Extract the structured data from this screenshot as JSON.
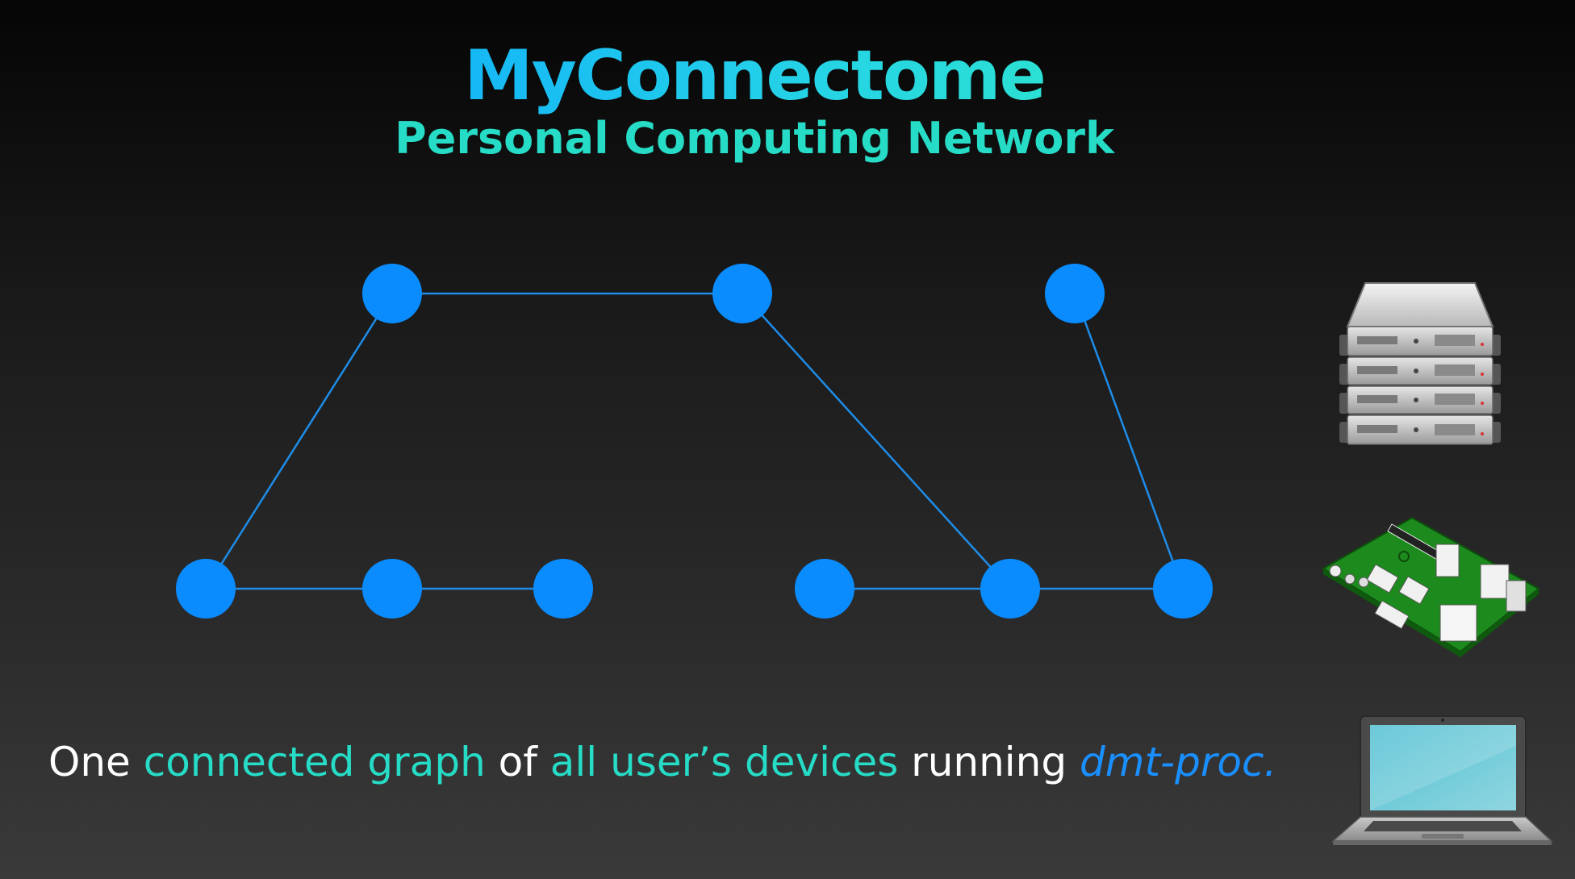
{
  "header": {
    "title": "MyConnectome",
    "subtitle": "Personal Computing Network"
  },
  "caption": {
    "part1": "One ",
    "part2": "connected graph",
    "part3": " of ",
    "part4": "all user’s devices",
    "part5": " running ",
    "part6": "dmt-proc."
  },
  "colors": {
    "node": "#0a8cff",
    "edge": "#1e8ce8",
    "accent": "#26dcc6",
    "title": "#1fc0f0",
    "command": "#1a8fff"
  },
  "devices": [
    {
      "icon": "server-rack-icon"
    },
    {
      "icon": "raspberry-pi-board-icon"
    },
    {
      "icon": "laptop-icon"
    }
  ],
  "graph": {
    "nodes": [
      "n1",
      "n2",
      "n3",
      "n4",
      "n5",
      "n6",
      "n7",
      "n8",
      "n9",
      "n10"
    ],
    "edges": [
      [
        "n1",
        "n2"
      ],
      [
        "n1",
        "n4"
      ],
      [
        "n4",
        "n5"
      ],
      [
        "n5",
        "n6"
      ],
      [
        "n2",
        "n8"
      ],
      [
        "n7",
        "n8"
      ],
      [
        "n8",
        "n9"
      ],
      [
        "n3",
        "n9"
      ]
    ]
  }
}
